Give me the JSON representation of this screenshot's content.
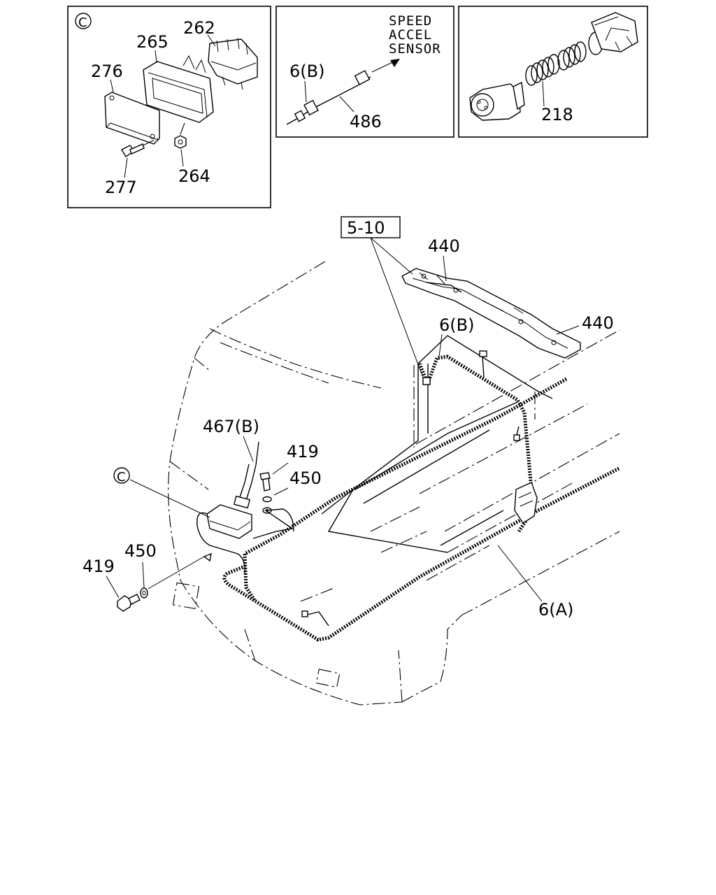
{
  "insets": {
    "c": {
      "marker": "C",
      "labels": {
        "p262": "262",
        "p265": "265",
        "p276": "276",
        "p277": "277",
        "p264": "264"
      }
    },
    "sensor": {
      "title_lines": [
        "SPEED",
        "ACCEL",
        "SENSOR"
      ],
      "labels": {
        "p6b": "6(B)",
        "p486": "486"
      }
    },
    "connector": {
      "labels": {
        "p218": "218"
      }
    }
  },
  "main": {
    "ref_box": "5-10",
    "labels": {
      "p440a": "440",
      "p440b": "440",
      "p6b": "6(B)",
      "p467b": "467(B)",
      "p419a": "419",
      "p450a": "450",
      "p450b": "450",
      "p419b": "419",
      "p6a": "6(A)"
    },
    "marker": "C"
  }
}
